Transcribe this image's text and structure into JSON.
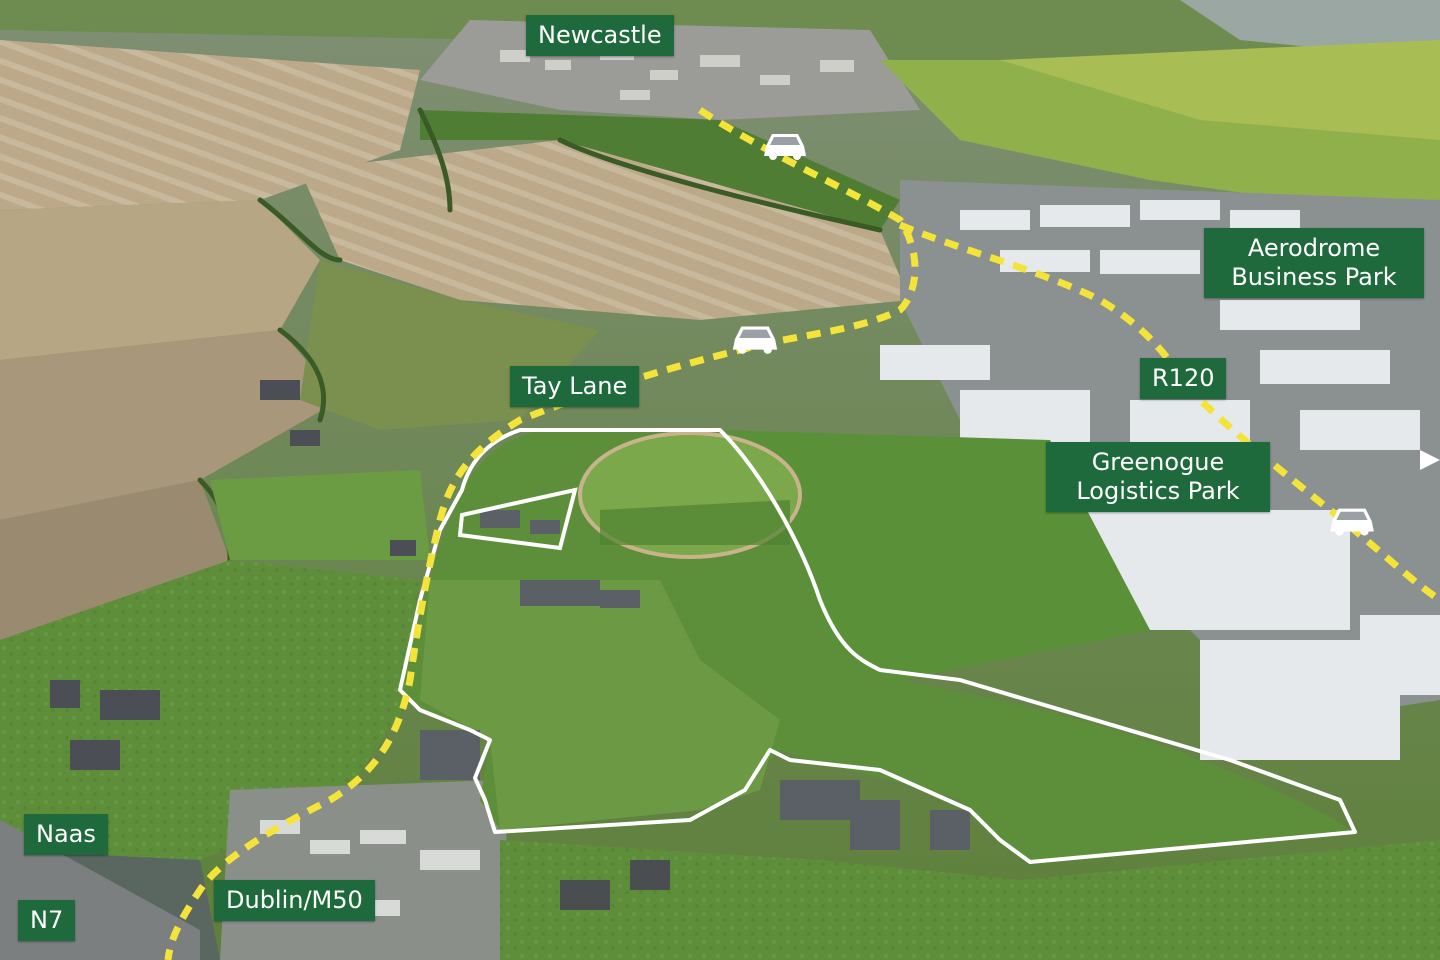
{
  "labels": {
    "newcastle": "Newcastle",
    "aerodrome_line1": "Aerodrome",
    "aerodrome_line2": "Business Park",
    "tay_lane": "Tay Lane",
    "r120": "R120",
    "greenogue_line1": "Greenogue",
    "greenogue_line2": "Logistics Park",
    "naas": "Naas",
    "dublin_m50": "Dublin/M50",
    "n7": "N7"
  },
  "icons": {
    "car": "car-icon",
    "arrow": "arrow-right-icon"
  },
  "colors": {
    "label_bg": "#1f6a3c",
    "label_text": "#ffffff",
    "route_dash": "#f4e43a",
    "boundary": "#ffffff",
    "field_green": "#5b8b3a",
    "dry_field": "#b9a98b",
    "warehouse": "#e9ecef"
  }
}
